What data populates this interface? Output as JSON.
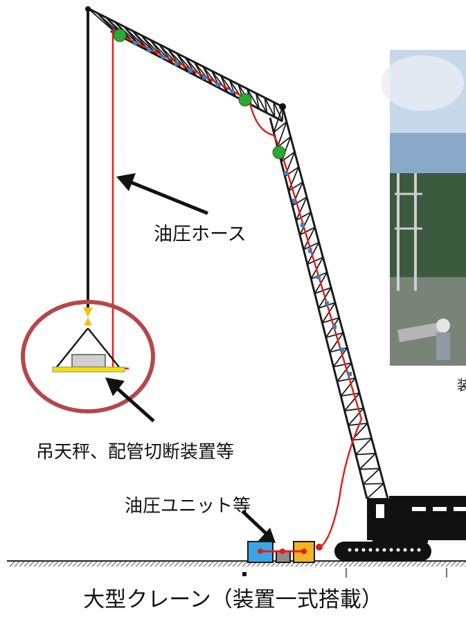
{
  "labels": {
    "hydraulic_hose": "油圧ホース",
    "equipment": "吊天秤、配管切断装置等",
    "hydraulic_unit": "油圧ユニット等",
    "caption": "大型クレーン（装置一式搭載）",
    "photo_caption_fragment": "装"
  },
  "colors": {
    "truss": "#1a1a1a",
    "hose": "#e0201c",
    "fitting_green": "#2da836",
    "clip_blue": "#3a7fc8",
    "circle_highlight": "#b5474a",
    "hook": "#f2c21a",
    "unit_blue": "#3aa6e6",
    "unit_orange": "#f5b225"
  }
}
